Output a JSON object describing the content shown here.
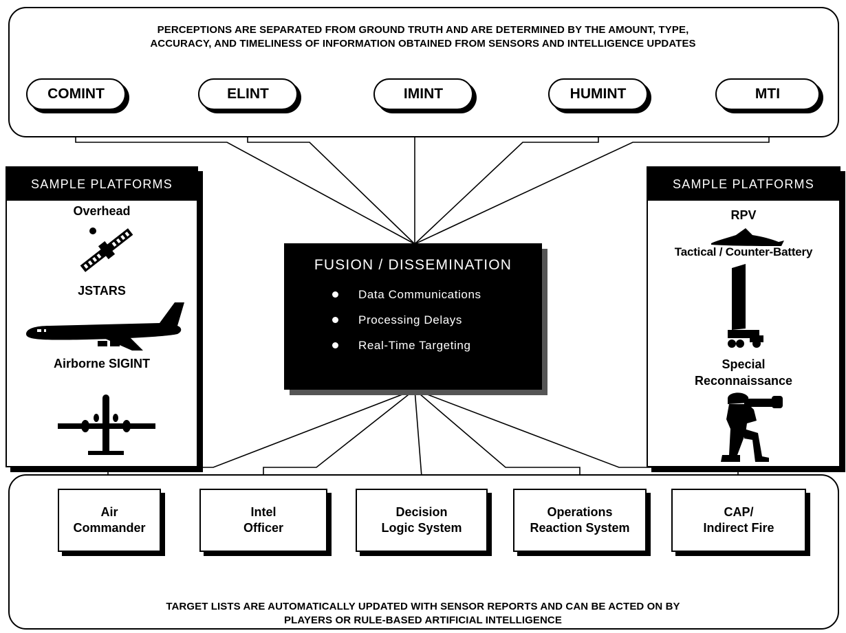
{
  "top_caption": "PERCEPTIONS ARE SEPARATED FROM GROUND TRUTH AND ARE DETERMINED BY THE AMOUNT, TYPE,\nACCURACY, AND TIMELINESS OF INFORMATION OBTAINED FROM SENSORS AND INTELLIGENCE UPDATES",
  "sources": [
    "COMINT",
    "ELINT",
    "IMINT",
    "HUMINT",
    "MTI"
  ],
  "left_platforms": {
    "header": "SAMPLE PLATFORMS",
    "items": [
      "Overhead",
      "JSTARS",
      "Airborne SIGINT"
    ],
    "icons": [
      "satellite-icon",
      "jstars-aircraft-icon",
      "sigint-aircraft-icon"
    ]
  },
  "right_platforms": {
    "header": "SAMPLE PLATFORMS",
    "items": [
      "RPV",
      "Tactical / Counter-Battery",
      "Special\nReconnaissance"
    ],
    "icons": [
      "rpv-icon",
      "radar-truck-icon",
      "kneeling-soldier-icon"
    ]
  },
  "fusion": {
    "title": "FUSION / DISSEMINATION",
    "bullets": [
      "Data Communications",
      "Processing Delays",
      "Real-Time Targeting"
    ]
  },
  "outputs": [
    "Air\nCommander",
    "Intel\nOfficer",
    "Decision\nLogic System",
    "Operations\nReaction System",
    "CAP/\nIndirect Fire"
  ],
  "bottom_caption": "TARGET LISTS ARE AUTOMATICALLY UPDATED WITH SENSOR REPORTS AND CAN BE ACTED ON BY\nPLAYERS OR RULE-BASED ARTIFICIAL INTELLIGENCE"
}
